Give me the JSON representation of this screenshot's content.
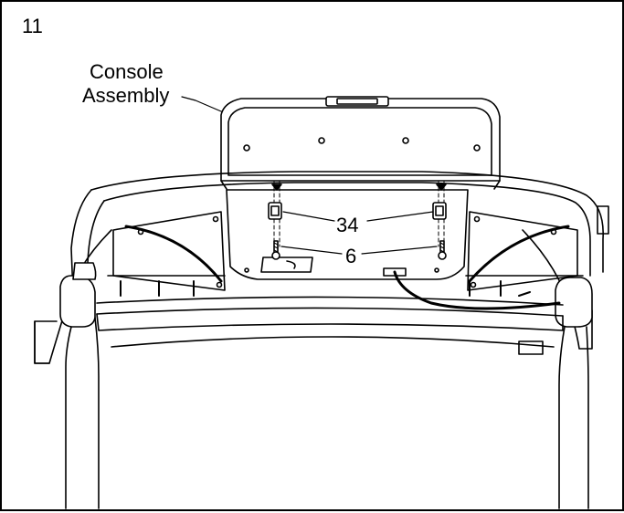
{
  "step": {
    "number": "11"
  },
  "callouts": {
    "console_line1": "Console",
    "console_line2": "Assembly",
    "part_34": "34",
    "part_6": "6"
  }
}
